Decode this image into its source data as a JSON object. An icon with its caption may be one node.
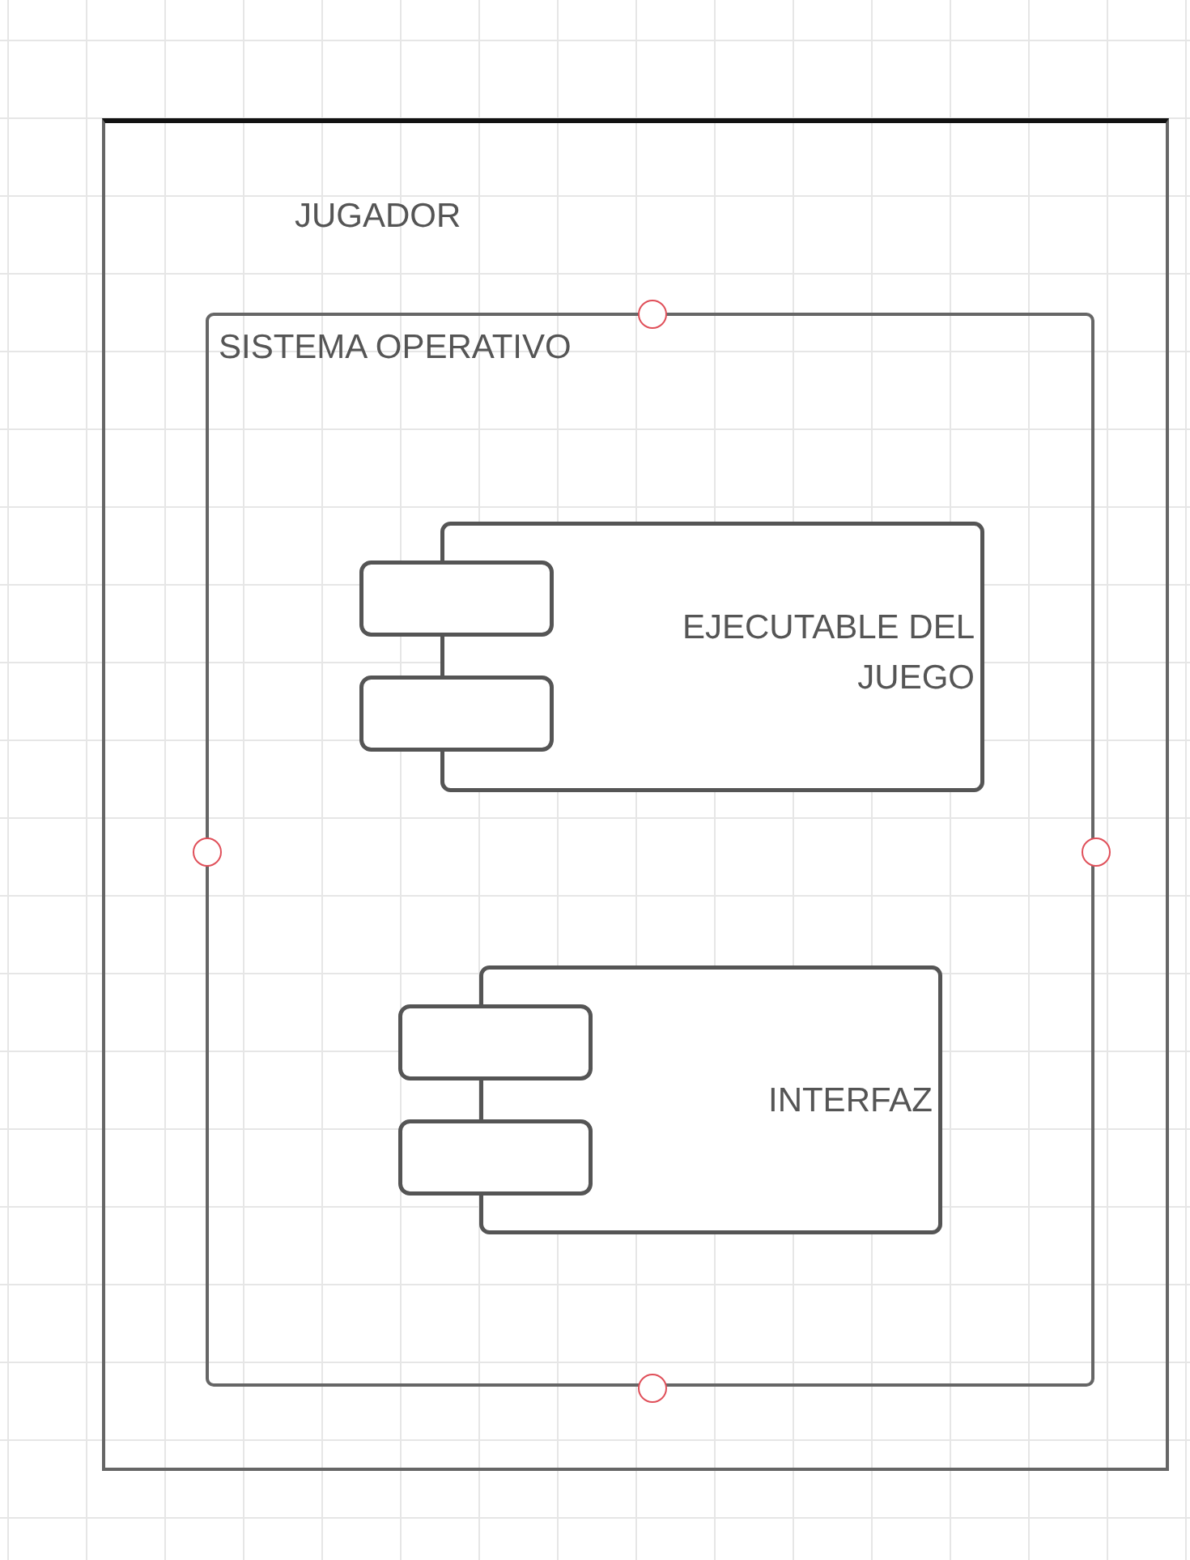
{
  "diagram": {
    "nodes": [
      {
        "text": [
          "JUGADOR"
        ]
      },
      {
        "text": [
          "SISTEMA OPERATIVO"
        ],
        "in": 0
      },
      {
        "text": [
          "EJECUTABLE DEL JUEGO"
        ],
        "in": 1
      },
      {
        "text": [
          "INTERFAZ"
        ],
        "in": 1
      }
    ]
  }
}
